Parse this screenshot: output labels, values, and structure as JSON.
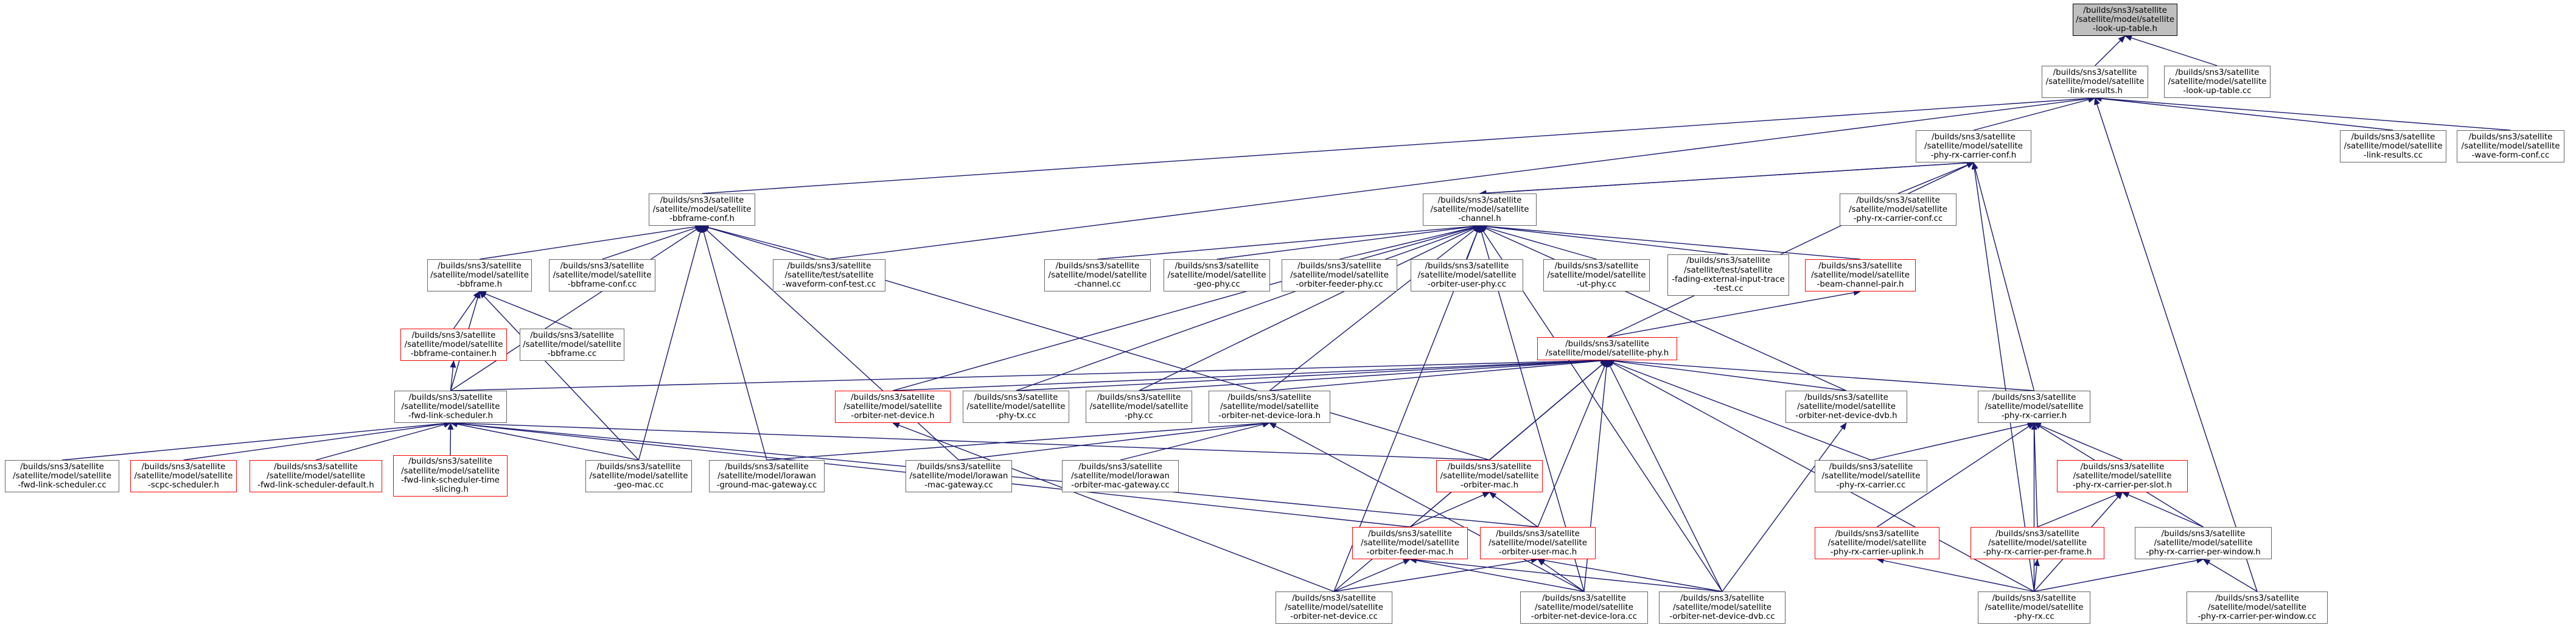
{
  "colors": {
    "edge": "#191970",
    "node_border": "#666666",
    "node_border_truncated": "#ff0000",
    "root_fill": "#bfbfbf",
    "background": "#ffffff"
  },
  "nodes": {
    "look_up_table_h": [
      "/builds/sns3/satellite",
      "/satellite/model/satellite",
      "-look-up-table.h"
    ],
    "link_results_h": [
      "/builds/sns3/satellite",
      "/satellite/model/satellite",
      "-link-results.h"
    ],
    "look_up_table_cc": [
      "/builds/sns3/satellite",
      "/satellite/model/satellite",
      "-look-up-table.cc"
    ],
    "bbframe_conf_h": [
      "/builds/sns3/satellite",
      "/satellite/model/satellite",
      "-bbframe-conf.h"
    ],
    "phy_rx_carrier_conf_h": [
      "/builds/sns3/satellite",
      "/satellite/model/satellite",
      "-phy-rx-carrier-conf.h"
    ],
    "link_results_cc": [
      "/builds/sns3/satellite",
      "/satellite/model/satellite",
      "-link-results.cc"
    ],
    "wave_form_conf_cc": [
      "/builds/sns3/satellite",
      "/satellite/model/satellite",
      "-wave-form-conf.cc"
    ],
    "bbframe_h": [
      "/builds/sns3/satellite",
      "/satellite/model/satellite",
      "-bbframe.h"
    ],
    "bbframe_conf_cc": [
      "/builds/sns3/satellite",
      "/satellite/model/satellite",
      "-bbframe-conf.cc"
    ],
    "waveform_conf_test_cc": [
      "/builds/sns3/satellite",
      "/satellite/test/satellite",
      "-waveform-conf-test.cc"
    ],
    "channel_h": [
      "/builds/sns3/satellite",
      "/satellite/model/satellite",
      "-channel.h"
    ],
    "phy_rx_carrier_conf_cc": [
      "/builds/sns3/satellite",
      "/satellite/model/satellite",
      "-phy-rx-carrier-conf.cc"
    ],
    "channel_cc": [
      "/builds/sns3/satellite",
      "/satellite/model/satellite",
      "-channel.cc"
    ],
    "geo_phy_cc": [
      "/builds/sns3/satellite",
      "/satellite/model/satellite",
      "-geo-phy.cc"
    ],
    "orbiter_feeder_phy_cc": [
      "/builds/sns3/satellite",
      "/satellite/model/satellite",
      "-orbiter-feeder-phy.cc"
    ],
    "orbiter_user_phy_cc": [
      "/builds/sns3/satellite",
      "/satellite/model/satellite",
      "-orbiter-user-phy.cc"
    ],
    "ut_phy_cc": [
      "/builds/sns3/satellite",
      "/satellite/model/satellite",
      "-ut-phy.cc"
    ],
    "fading_external_input_trace_test_cc": [
      "/builds/sns3/satellite",
      "/satellite/test/satellite",
      "-fading-external-input-trace",
      "-test.cc"
    ],
    "beam_channel_pair_h": [
      "/builds/sns3/satellite",
      "/satellite/model/satellite",
      "-beam-channel-pair.h"
    ],
    "bbframe_container_h": [
      "/builds/sns3/satellite",
      "/satellite/model/satellite",
      "-bbframe-container.h"
    ],
    "bbframe_cc": [
      "/builds/sns3/satellite",
      "/satellite/model/satellite",
      "-bbframe.cc"
    ],
    "phy_h": [
      "/builds/sns3/satellite",
      "/satellite/model/satellite-phy.h"
    ],
    "fwd_link_scheduler_h": [
      "/builds/sns3/satellite",
      "/satellite/model/satellite",
      "-fwd-link-scheduler.h"
    ],
    "orbiter_net_device_h": [
      "/builds/sns3/satellite",
      "/satellite/model/satellite",
      "-orbiter-net-device.h"
    ],
    "phy_tx_cc": [
      "/builds/sns3/satellite",
      "/satellite/model/satellite",
      "-phy-tx.cc"
    ],
    "phy_cc": [
      "/builds/sns3/satellite",
      "/satellite/model/satellite",
      "-phy.cc"
    ],
    "orbiter_net_device_lora_h": [
      "/builds/sns3/satellite",
      "/satellite/model/satellite",
      "-orbiter-net-device-lora.h"
    ],
    "orbiter_net_device_dvb_h": [
      "/builds/sns3/satellite",
      "/satellite/model/satellite",
      "-orbiter-net-device-dvb.h"
    ],
    "phy_rx_carrier_h": [
      "/builds/sns3/satellite",
      "/satellite/model/satellite",
      "-phy-rx-carrier.h"
    ],
    "fwd_link_scheduler_cc": [
      "/builds/sns3/satellite",
      "/satellite/model/satellite",
      "-fwd-link-scheduler.cc"
    ],
    "scpc_scheduler_h": [
      "/builds/sns3/satellite",
      "/satellite/model/satellite",
      "-scpc-scheduler.h"
    ],
    "fwd_link_scheduler_default_h": [
      "/builds/sns3/satellite",
      "/satellite/model/satellite",
      "-fwd-link-scheduler-default.h"
    ],
    "fwd_link_scheduler_time_slicing_h": [
      "/builds/sns3/satellite",
      "/satellite/model/satellite",
      "-fwd-link-scheduler-time",
      "-slicing.h"
    ],
    "geo_mac_cc": [
      "/builds/sns3/satellite",
      "/satellite/model/satellite",
      "-geo-mac.cc"
    ],
    "lorawan_ground_mac_gateway_cc": [
      "/builds/sns3/satellite",
      "/satellite/model/lorawan",
      "-ground-mac-gateway.cc"
    ],
    "lorawan_mac_gateway_cc": [
      "/builds/sns3/satellite",
      "/satellite/model/lorawan",
      "-mac-gateway.cc"
    ],
    "lorawan_orbiter_mac_gateway_cc": [
      "/builds/sns3/satellite",
      "/satellite/model/lorawan",
      "-orbiter-mac-gateway.cc"
    ],
    "orbiter_mac_h": [
      "/builds/sns3/satellite",
      "/satellite/model/satellite",
      "-orbiter-mac.h"
    ],
    "phy_rx_carrier_cc": [
      "/builds/sns3/satellite",
      "/satellite/model/satellite",
      "-phy-rx-carrier.cc"
    ],
    "phy_rx_carrier_per_slot_h": [
      "/builds/sns3/satellite",
      "/satellite/model/satellite",
      "-phy-rx-carrier-per-slot.h"
    ],
    "orbiter_feeder_mac_h": [
      "/builds/sns3/satellite",
      "/satellite/model/satellite",
      "-orbiter-feeder-mac.h"
    ],
    "orbiter_user_mac_h": [
      "/builds/sns3/satellite",
      "/satellite/model/satellite",
      "-orbiter-user-mac.h"
    ],
    "phy_rx_carrier_uplink_h": [
      "/builds/sns3/satellite",
      "/satellite/model/satellite",
      "-phy-rx-carrier-uplink.h"
    ],
    "phy_rx_carrier_per_frame_h": [
      "/builds/sns3/satellite",
      "/satellite/model/satellite",
      "-phy-rx-carrier-per-frame.h"
    ],
    "phy_rx_carrier_per_window_h": [
      "/builds/sns3/satellite",
      "/satellite/model/satellite",
      "-phy-rx-carrier-per-window.h"
    ],
    "orbiter_net_device_cc": [
      "/builds/sns3/satellite",
      "/satellite/model/satellite",
      "-orbiter-net-device.cc"
    ],
    "orbiter_net_device_lora_cc": [
      "/builds/sns3/satellite",
      "/satellite/model/satellite",
      "-orbiter-net-device-lora.cc"
    ],
    "orbiter_net_device_dvb_cc": [
      "/builds/sns3/satellite",
      "/satellite/model/satellite",
      "-orbiter-net-device-dvb.cc"
    ],
    "phy_rx_cc": [
      "/builds/sns3/satellite",
      "/satellite/model/satellite",
      "-phy-rx.cc"
    ],
    "phy_rx_carrier_per_window_cc": [
      "/builds/sns3/satellite",
      "/satellite/model/satellite",
      "-phy-rx-carrier-per-window.cc"
    ]
  },
  "edges": [
    [
      "look_up_table_h",
      "link_results_h"
    ],
    [
      "look_up_table_h",
      "look_up_table_cc"
    ],
    [
      "link_results_h",
      "bbframe_conf_h"
    ],
    [
      "link_results_h",
      "phy_rx_carrier_conf_h"
    ],
    [
      "link_results_h",
      "link_results_cc"
    ],
    [
      "link_results_h",
      "wave_form_conf_cc"
    ],
    [
      "link_results_h",
      "waveform_conf_test_cc"
    ],
    [
      "link_results_h",
      "phy_rx_carrier_per_window_cc"
    ],
    [
      "bbframe_conf_h",
      "bbframe_h"
    ],
    [
      "bbframe_conf_h",
      "bbframe_conf_cc"
    ],
    [
      "bbframe_conf_h",
      "waveform_conf_test_cc"
    ],
    [
      "bbframe_conf_h",
      "fwd_link_scheduler_h"
    ],
    [
      "bbframe_conf_h",
      "geo_mac_cc"
    ],
    [
      "bbframe_conf_h",
      "lorawan_ground_mac_gateway_cc"
    ],
    [
      "bbframe_conf_h",
      "lorawan_mac_gateway_cc"
    ],
    [
      "bbframe_conf_h",
      "orbiter_mac_h"
    ],
    [
      "phy_rx_carrier_conf_h",
      "channel_h"
    ],
    [
      "phy_rx_carrier_conf_h",
      "phy_rx_carrier_conf_cc"
    ],
    [
      "phy_rx_carrier_conf_h",
      "phy_h"
    ],
    [
      "phy_rx_carrier_conf_h",
      "phy_rx_carrier_h"
    ],
    [
      "phy_rx_carrier_conf_h",
      "phy_rx_cc"
    ],
    [
      "channel_h",
      "phy_rx_carrier_conf_h"
    ],
    [
      "channel_h",
      "channel_cc"
    ],
    [
      "channel_h",
      "geo_phy_cc"
    ],
    [
      "channel_h",
      "orbiter_feeder_phy_cc"
    ],
    [
      "channel_h",
      "orbiter_user_phy_cc"
    ],
    [
      "channel_h",
      "ut_phy_cc"
    ],
    [
      "channel_h",
      "fading_external_input_trace_test_cc"
    ],
    [
      "channel_h",
      "beam_channel_pair_h"
    ],
    [
      "channel_h",
      "orbiter_net_device_h"
    ],
    [
      "channel_h",
      "phy_tx_cc"
    ],
    [
      "channel_h",
      "phy_cc"
    ],
    [
      "channel_h",
      "orbiter_net_device_lora_h"
    ],
    [
      "channel_h",
      "orbiter_net_device_dvb_h"
    ],
    [
      "channel_h",
      "orbiter_net_device_lora_cc"
    ],
    [
      "channel_h",
      "orbiter_net_device_dvb_cc"
    ],
    [
      "channel_h",
      "orbiter_net_device_cc"
    ],
    [
      "beam_channel_pair_h",
      "phy_h"
    ],
    [
      "bbframe_h",
      "bbframe_container_h"
    ],
    [
      "bbframe_h",
      "bbframe_cc"
    ],
    [
      "bbframe_h",
      "fwd_link_scheduler_h"
    ],
    [
      "bbframe_h",
      "geo_mac_cc"
    ],
    [
      "bbframe_container_h",
      "fwd_link_scheduler_h"
    ],
    [
      "phy_h",
      "fwd_link_scheduler_h"
    ],
    [
      "phy_h",
      "orbiter_net_device_h"
    ],
    [
      "phy_h",
      "phy_tx_cc"
    ],
    [
      "phy_h",
      "phy_cc"
    ],
    [
      "phy_h",
      "orbiter_net_device_lora_h"
    ],
    [
      "phy_h",
      "orbiter_net_device_dvb_h"
    ],
    [
      "phy_h",
      "phy_rx_carrier_h"
    ],
    [
      "phy_h",
      "phy_rx_carrier_cc"
    ],
    [
      "phy_h",
      "orbiter_mac_h"
    ],
    [
      "phy_h",
      "orbiter_feeder_mac_h"
    ],
    [
      "phy_h",
      "orbiter_user_mac_h"
    ],
    [
      "phy_h",
      "orbiter_net_device_cc"
    ],
    [
      "phy_h",
      "orbiter_net_device_lora_cc"
    ],
    [
      "phy_h",
      "orbiter_net_device_dvb_cc"
    ],
    [
      "phy_h",
      "phy_rx_cc"
    ],
    [
      "fwd_link_scheduler_h",
      "fwd_link_scheduler_cc"
    ],
    [
      "fwd_link_scheduler_h",
      "scpc_scheduler_h"
    ],
    [
      "fwd_link_scheduler_h",
      "fwd_link_scheduler_default_h"
    ],
    [
      "fwd_link_scheduler_h",
      "fwd_link_scheduler_time_slicing_h"
    ],
    [
      "fwd_link_scheduler_h",
      "geo_mac_cc"
    ],
    [
      "fwd_link_scheduler_h",
      "orbiter_mac_h"
    ],
    [
      "fwd_link_scheduler_h",
      "orbiter_feeder_mac_h"
    ],
    [
      "fwd_link_scheduler_h",
      "orbiter_user_mac_h"
    ],
    [
      "orbiter_net_device_h",
      "orbiter_net_device_cc"
    ],
    [
      "orbiter_net_device_lora_h",
      "lorawan_ground_mac_gateway_cc"
    ],
    [
      "orbiter_net_device_lora_h",
      "lorawan_mac_gateway_cc"
    ],
    [
      "orbiter_net_device_lora_h",
      "lorawan_orbiter_mac_gateway_cc"
    ],
    [
      "orbiter_net_device_lora_h",
      "orbiter_net_device_lora_cc"
    ],
    [
      "orbiter_net_device_dvb_h",
      "orbiter_net_device_dvb_cc"
    ],
    [
      "phy_rx_carrier_h",
      "phy_rx_carrier_cc"
    ],
    [
      "phy_rx_carrier_h",
      "phy_rx_carrier_per_slot_h"
    ],
    [
      "phy_rx_carrier_h",
      "phy_rx_carrier_uplink_h"
    ],
    [
      "phy_rx_carrier_h",
      "phy_rx_carrier_per_frame_h"
    ],
    [
      "phy_rx_carrier_h",
      "phy_rx_carrier_per_window_h"
    ],
    [
      "phy_rx_carrier_h",
      "phy_rx_cc"
    ],
    [
      "phy_rx_carrier_per_slot_h",
      "phy_rx_carrier_per_frame_h"
    ],
    [
      "phy_rx_carrier_per_slot_h",
      "phy_rx_carrier_per_window_h"
    ],
    [
      "phy_rx_carrier_per_slot_h",
      "phy_rx_cc"
    ],
    [
      "phy_rx_carrier_per_window_h",
      "phy_rx_cc"
    ],
    [
      "phy_rx_carrier_per_window_h",
      "phy_rx_carrier_per_window_cc"
    ],
    [
      "phy_rx_carrier_per_frame_h",
      "phy_rx_cc"
    ],
    [
      "phy_rx_carrier_uplink_h",
      "phy_rx_cc"
    ],
    [
      "orbiter_mac_h",
      "orbiter_feeder_mac_h"
    ],
    [
      "orbiter_mac_h",
      "orbiter_user_mac_h"
    ],
    [
      "orbiter_feeder_mac_h",
      "orbiter_net_device_cc"
    ],
    [
      "orbiter_feeder_mac_h",
      "orbiter_net_device_lora_cc"
    ],
    [
      "orbiter_feeder_mac_h",
      "orbiter_net_device_dvb_cc"
    ],
    [
      "orbiter_user_mac_h",
      "orbiter_net_device_cc"
    ],
    [
      "orbiter_user_mac_h",
      "orbiter_net_device_lora_cc"
    ],
    [
      "orbiter_user_mac_h",
      "orbiter_net_device_dvb_cc"
    ]
  ]
}
